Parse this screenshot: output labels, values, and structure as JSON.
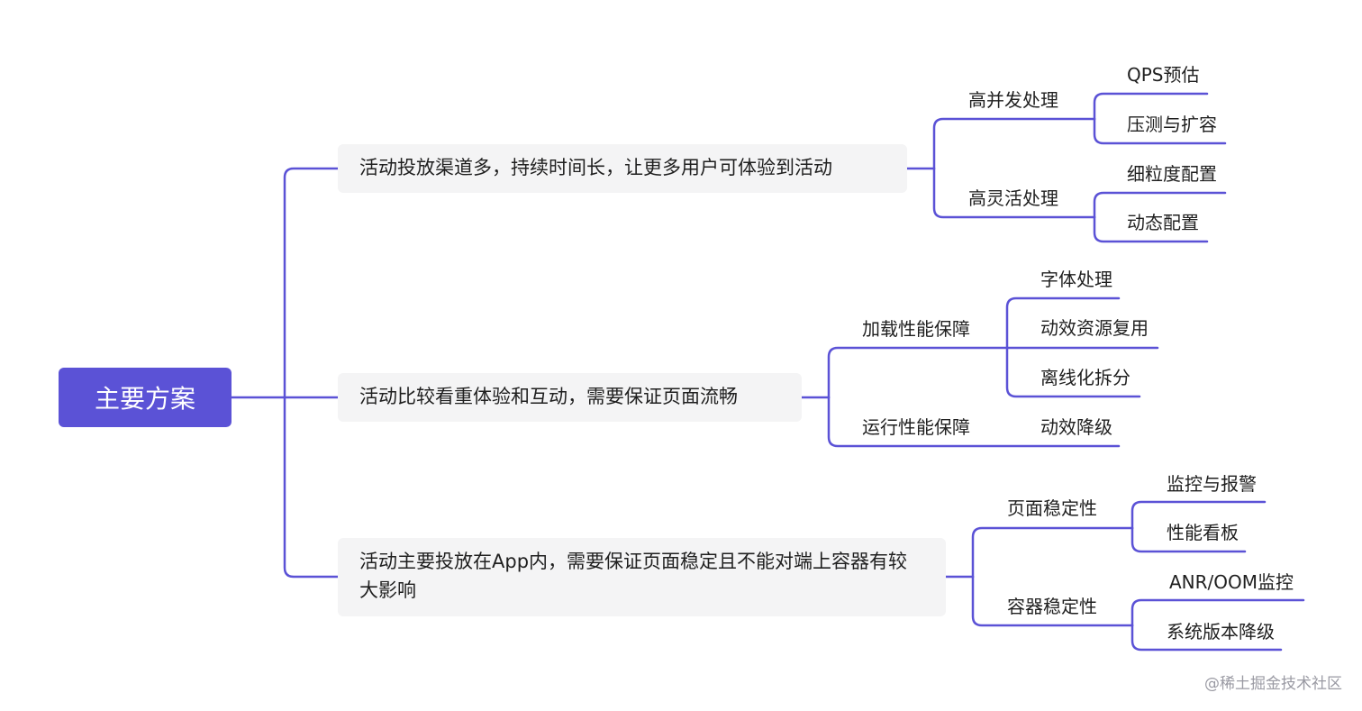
{
  "root": {
    "label": "主要方案"
  },
  "branches": [
    {
      "label": "活动投放渠道多，持续时间长，让更多用户可体验到活动",
      "children": [
        {
          "label": "高并发处理",
          "children": [
            "QPS预估",
            "压测与扩容"
          ]
        },
        {
          "label": "高灵活处理",
          "children": [
            "细粒度配置",
            "动态配置"
          ]
        }
      ]
    },
    {
      "label": "活动比较看重体验和互动，需要保证页面流畅",
      "children": [
        {
          "label": "加载性能保障",
          "children": [
            "字体处理",
            "动效资源复用",
            "离线化拆分"
          ]
        },
        {
          "label": "运行性能保障",
          "children": [
            "动效降级"
          ]
        }
      ]
    },
    {
      "label": "活动主要投放在App内，需要保证页面稳定且不能对端上容器有较大影响",
      "children": [
        {
          "label": "页面稳定性",
          "children": [
            "监控与报警",
            "性能看板"
          ]
        },
        {
          "label": "容器稳定性",
          "children": [
            "ANR/OOM监控",
            "系统版本降级"
          ]
        }
      ]
    }
  ],
  "watermark": "@稀土掘金技术社区",
  "colors": {
    "accent": "#5b52d6",
    "line": "#5b52d6",
    "box": "#f4f4f5"
  }
}
